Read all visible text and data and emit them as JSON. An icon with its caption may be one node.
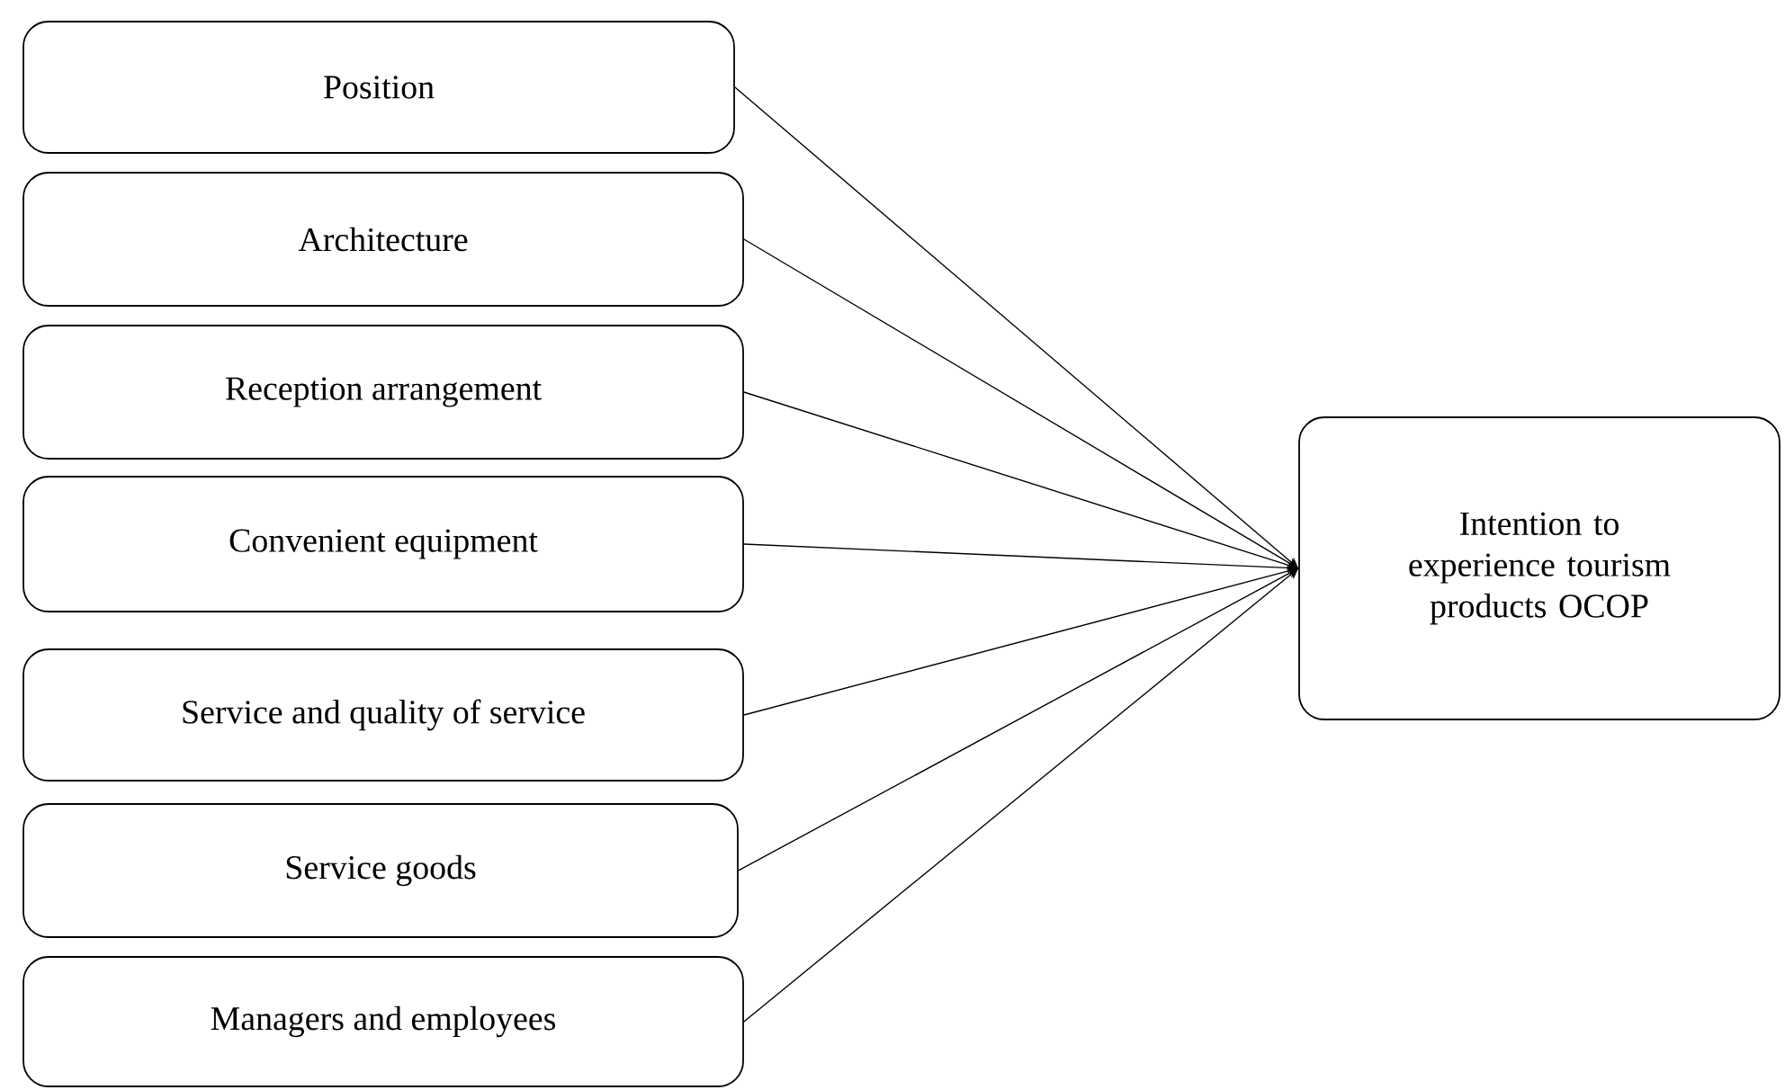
{
  "diagram": {
    "nodes": [
      {
        "text": [
          "Position"
        ]
      },
      {
        "text": [
          "Architecture"
        ]
      },
      {
        "text": [
          "Reception arrangement"
        ]
      },
      {
        "text": [
          "Convenient equipment"
        ]
      },
      {
        "text": [
          "Service and quality of service"
        ]
      },
      {
        "text": [
          "Service goods"
        ]
      },
      {
        "text": [
          "Managers and employees"
        ]
      },
      {
        "text": [
          "Intention to experience tourism products OCOP"
        ]
      }
    ],
    "edges": [
      {
        "from": 0,
        "to": 7,
        "arrow": "to"
      },
      {
        "from": 1,
        "to": 7,
        "arrow": "to"
      },
      {
        "from": 2,
        "to": 7,
        "arrow": "to"
      },
      {
        "from": 3,
        "to": 7,
        "arrow": "to"
      },
      {
        "from": 4,
        "to": 7,
        "arrow": "to"
      },
      {
        "from": 5,
        "to": 7,
        "arrow": "to"
      },
      {
        "from": 6,
        "to": 7,
        "arrow": "to"
      }
    ]
  }
}
